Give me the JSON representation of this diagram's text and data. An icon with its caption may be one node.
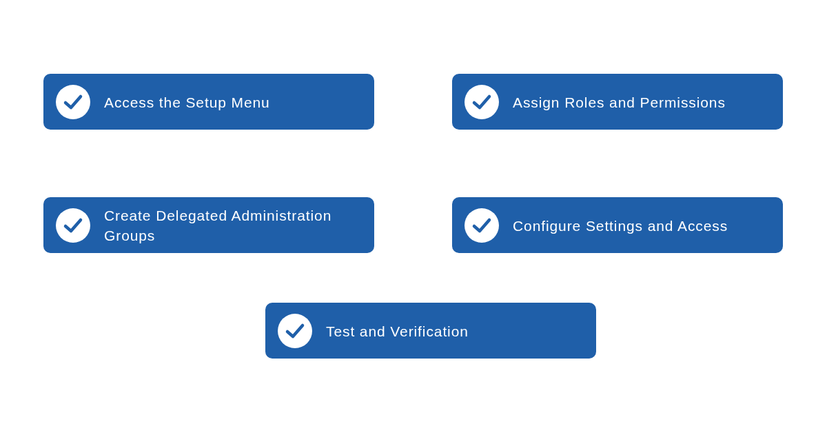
{
  "diagram": {
    "nodes": [
      {
        "text": [
          "Access the Setup Menu"
        ]
      },
      {
        "text": [
          "Assign Roles and Permissions"
        ]
      },
      {
        "text": [
          "Create Delegated Administration Groups"
        ]
      },
      {
        "text": [
          "Configure Settings and Access"
        ]
      },
      {
        "text": [
          "Test and Verification"
        ]
      }
    ]
  }
}
